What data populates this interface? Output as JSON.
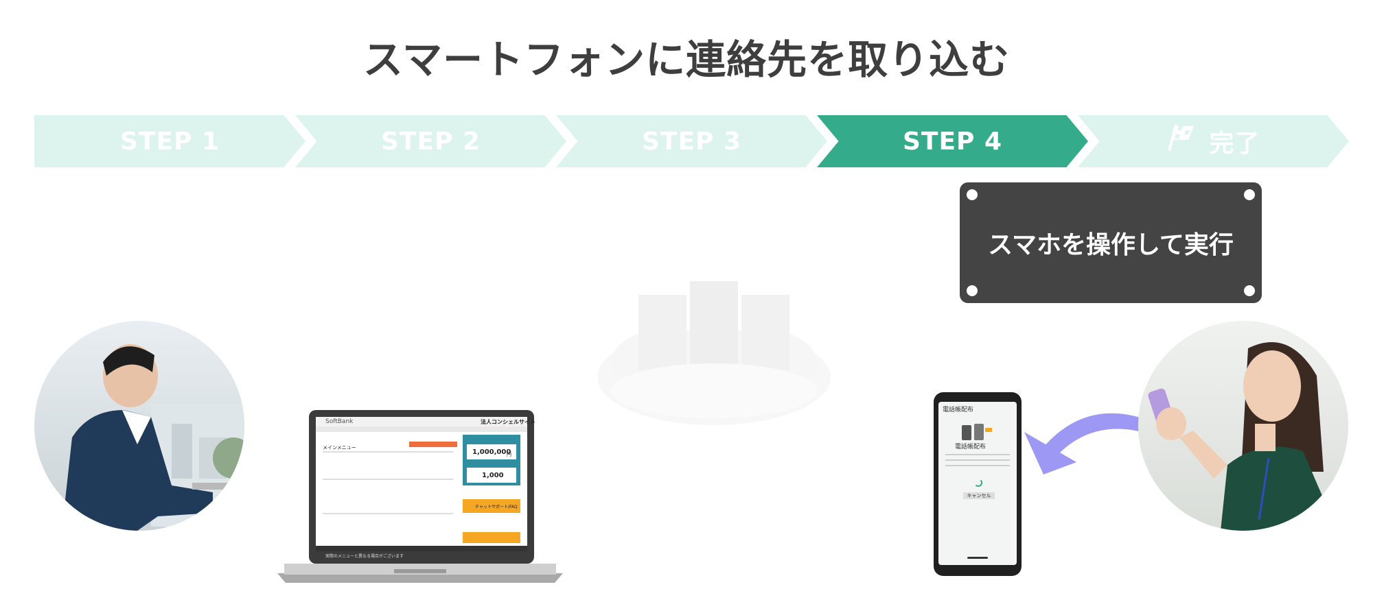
{
  "title": "スマートフォンに連絡先を取り込む",
  "steps": [
    {
      "label": "STEP 1",
      "active": false
    },
    {
      "label": "STEP 2",
      "active": false
    },
    {
      "label": "STEP 3",
      "active": false
    },
    {
      "label": "STEP 4",
      "active": true
    },
    {
      "label": "完了",
      "active": false,
      "icon": "flag-icon"
    }
  ],
  "panel": {
    "text": "スマホを操作して実行"
  },
  "phone": {
    "header": "電話帳配布",
    "heading": "電話帳配布",
    "cancel_label": "キャンセル"
  },
  "laptop": {
    "brand": "SoftBank",
    "site_title": "法人コンシェルサイト",
    "menu_label": "メインメニュー",
    "amount": "1,000,000",
    "amount_unit": "円",
    "count": "1,000",
    "faq_label": "チャットサポート/FAQ",
    "footer_note": "実際のメニューと異なる場合がございます"
  },
  "colors": {
    "accent": "#34ab8a",
    "step_inactive": "#dcf3ee",
    "panel_bg": "#444444",
    "title_text": "#3e3e3e",
    "arrow": "#9c98f4"
  }
}
